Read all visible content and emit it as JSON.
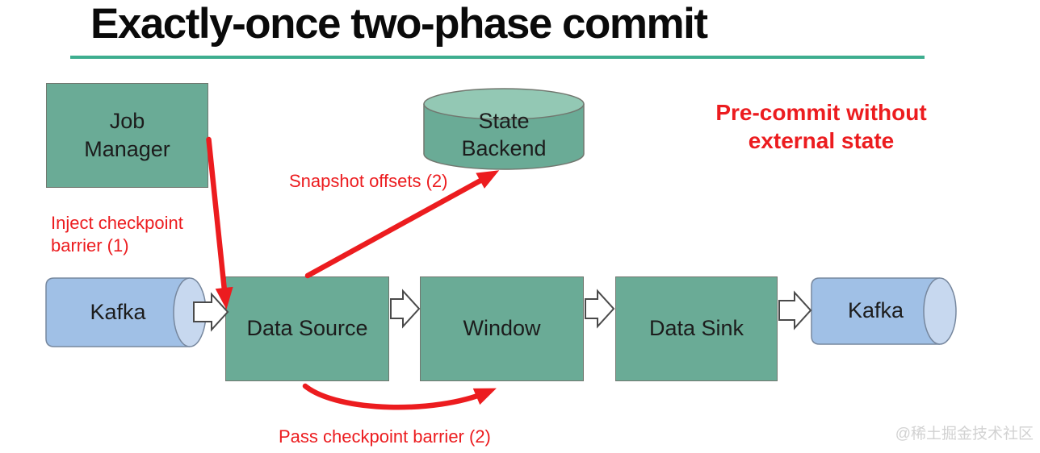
{
  "title": "Exactly-once two-phase commit",
  "nodes": {
    "job_manager": "Job\nManager",
    "state_backend": "State\nBackend",
    "kafka_left": "Kafka",
    "data_source": "Data Source",
    "window": "Window",
    "data_sink": "Data Sink",
    "kafka_right": "Kafka"
  },
  "annotations": {
    "inject_barrier": "Inject checkpoint\nbarrier (1)",
    "snapshot_offsets": "Snapshot offsets (2)",
    "pass_barrier": "Pass checkpoint barrier (2)",
    "pre_commit": "Pre-commit without\nexternal state"
  },
  "watermark": "@稀土掘金技术社区",
  "colors": {
    "node_green": "#6aab96",
    "node_green_light": "#93c8b4",
    "node_border": "#71776f",
    "cylinder_blue": "#a0c0e6",
    "cylinder_blue_light": "#c7d8ef",
    "cylinder_border": "#76879e",
    "arrow_red": "#ec1c1f",
    "underline_teal": "#3eae8f",
    "title_black": "#0a0a0a",
    "watermark_gray": "#d2d2d2"
  }
}
